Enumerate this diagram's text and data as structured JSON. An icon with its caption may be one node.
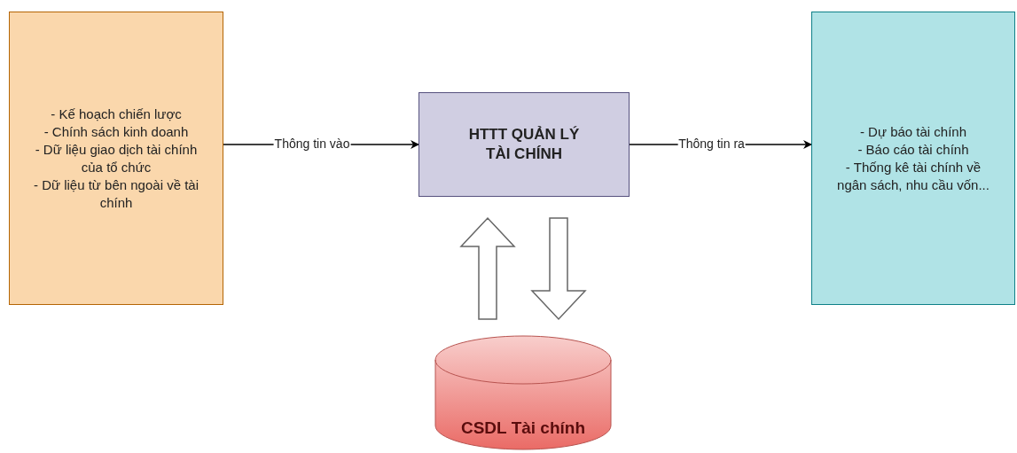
{
  "diagram": {
    "nodes": [
      {
        "text": [
          "- Kế hoạch chiến lược",
          "- Chính sách kinh doanh",
          "- Dữ liệu giao dịch tài chính của tổ chức",
          "- Dữ liệu từ bên ngoài về tài chính"
        ]
      },
      {
        "text": [
          "HTTT QUẢN LÝ TÀI CHÍNH"
        ]
      },
      {
        "text": [
          "- Dự báo tài chính",
          "- Báo cáo tài chính",
          "- Thống kê tài chính về ngân sách, nhu cầu vốn..."
        ]
      },
      {
        "text": [
          "CSDL Tài chính"
        ]
      }
    ],
    "edges": [
      {
        "from": 0,
        "to": 1,
        "arrow": "to",
        "label": "Thông tin vào"
      },
      {
        "from": 1,
        "to": 2,
        "arrow": "to",
        "label": "Thông tin ra"
      },
      {
        "from": 3,
        "to": 1,
        "arrow": "to",
        "style": "thick"
      },
      {
        "from": 1,
        "to": 3,
        "arrow": "to",
        "style": "thick"
      }
    ]
  }
}
